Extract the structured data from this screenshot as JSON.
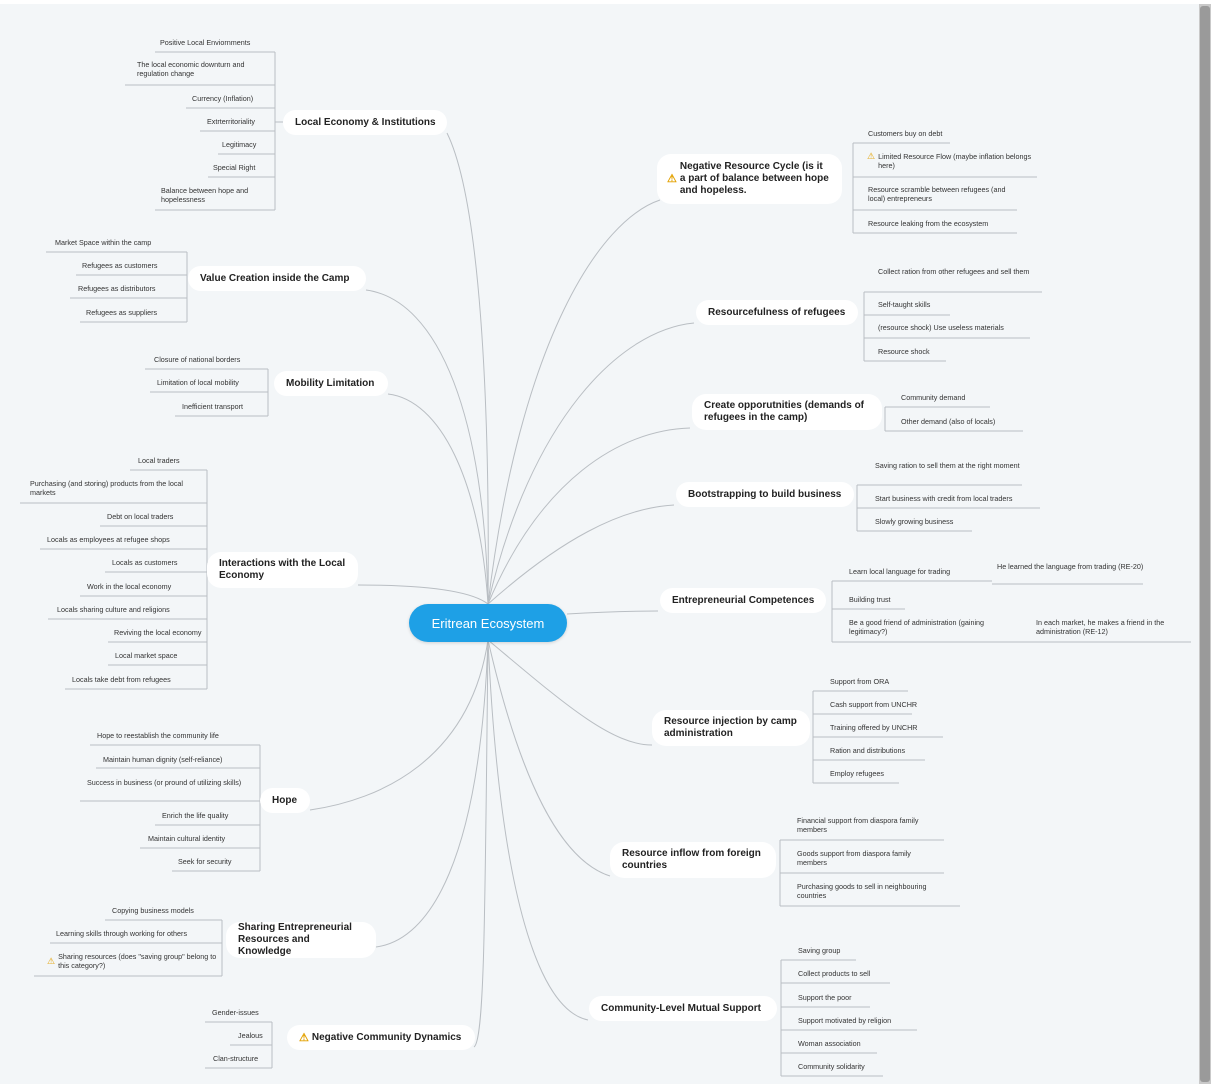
{
  "center": "Eritrean Ecosystem",
  "left": [
    {
      "label": "Local Economy & Institutions",
      "items": [
        "Positive Local Enviornments",
        "The local economic downturn and regulation change",
        "Currency (Inflation)",
        "Extrterritoriality",
        "Legitimacy",
        "Special Right",
        "Balance between hope and hopelessness"
      ]
    },
    {
      "label": "Value Creation inside the Camp",
      "items": [
        "Market Space within the camp",
        "Refugees as customers",
        "Refugees as distributors",
        "Refugees as suppliers"
      ]
    },
    {
      "label": "Mobility Limitation",
      "items": [
        "Closure of national borders",
        "Limitation of local mobility",
        "Inefficient transport"
      ]
    },
    {
      "label": "Interactions with the Local Economy",
      "items": [
        "Local traders",
        "Purchasing (and storing) products from the local markets",
        "Debt on local traders",
        "Locals as employees at refugee shops",
        "Locals as customers",
        "Work in the local economy",
        "Locals sharing culture and religions",
        "Reviving the local economy",
        "Local market space",
        "Locals take debt from refugees"
      ]
    },
    {
      "label": "Hope",
      "items": [
        "Hope to reestablish the community life",
        "Maintain human dignity (self-reliance)",
        "Success in business (or pround of utilizing skills)",
        "Enrich the life quality",
        "Maintain cultural identity",
        "Seek for security"
      ]
    },
    {
      "label": "Sharing Entrepreneurial Resources and Knowledge",
      "items": [
        "Copying business models",
        "Learning skills through working for others",
        "Sharing resources (does \"saving group\" belong to this category?)"
      ]
    },
    {
      "label": "Negative Community Dynamics",
      "items": [
        "Gender-issues",
        "Jealous",
        "Clan-structure"
      ]
    }
  ],
  "right": [
    {
      "label": "Negative Resource Cycle (is it a part of balance between hope and hopeless.",
      "items": [
        "Customers buy on debt",
        "Limited Resource Flow (maybe inflation belongs here)",
        "Resource scramble between refugees (and local) entrepreneurs",
        "Resource leaking from the ecosystem"
      ]
    },
    {
      "label": "Resourcefulness of refugees",
      "items": [
        "Collect ration from other refugees and sell them",
        "Self-taught skills",
        "(resource shock) Use useless materials",
        "Resource shock"
      ]
    },
    {
      "label": "Create opporutnities (demands of refugees in the camp)",
      "items": [
        "Community demand",
        "Other demand (also of locals)"
      ]
    },
    {
      "label": "Bootstrapping to build business",
      "items": [
        "Saving ration to sell them at the right moment",
        "Start business with credit from local traders",
        "Slowly growing business"
      ]
    },
    {
      "label": "Entrepreneurial Competences",
      "items": [
        "Learn local language for trading",
        "Building trust",
        "Be a good friend of administration (gaining legitimacy?)"
      ],
      "sub": [
        "He learned the language from trading (RE-20)",
        "In each market, he makes a friend in the administration (RE-12)"
      ]
    },
    {
      "label": "Resource injection by camp administration",
      "items": [
        "Support from ORA",
        "Cash support from UNCHR",
        "Training offered by UNCHR",
        "Ration and distributions",
        "Employ refugees"
      ]
    },
    {
      "label": "Resource inflow from foreign countries",
      "items": [
        "Financial support from diaspora family members",
        "Goods support from diaspora family members",
        "Purchasing goods to sell in neighbouring countries"
      ]
    },
    {
      "label": "Community-Level Mutual Support",
      "items": [
        "Saving group",
        "Collect products to sell",
        "Support the poor",
        "Support motivated by religion",
        "Woman association",
        "Community solidarity"
      ]
    }
  ],
  "colors": {
    "center": "#1ea0e6",
    "background": "#f3f6f8",
    "line": "#b9bec3",
    "warning": "#e3a100"
  },
  "icons": {
    "warning": "warning-icon"
  }
}
